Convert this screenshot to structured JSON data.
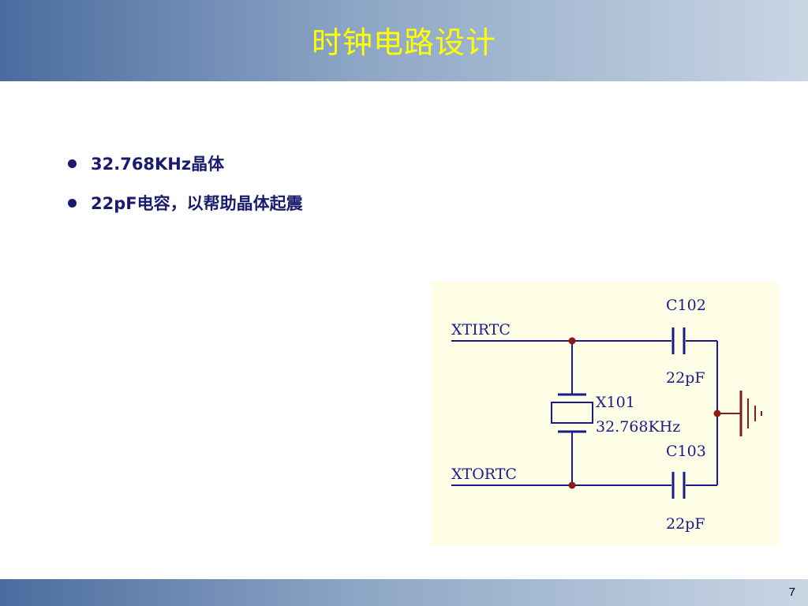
{
  "slide": {
    "title": "时钟电路设计",
    "page_number": "7"
  },
  "bullets": [
    {
      "text": "32.768KHz晶体"
    },
    {
      "text": "22pF电容，以帮助晶体起震"
    }
  ],
  "schematic": {
    "net_top": "XTIRTC",
    "net_bottom": "XTORTC",
    "crystal_ref": "X101",
    "crystal_value": "32.768KHz",
    "cap_top_ref": "C102",
    "cap_top_value": "22pF",
    "cap_bottom_ref": "C103",
    "cap_bottom_value": "22pF"
  },
  "colors": {
    "title": "#ffff00",
    "bullet_text": "#1a1a6e",
    "wire": "#1a1a8a",
    "junction": "#8b1a1a",
    "ground": "#8b1a1a",
    "schematic_bg": "#fefee7"
  }
}
